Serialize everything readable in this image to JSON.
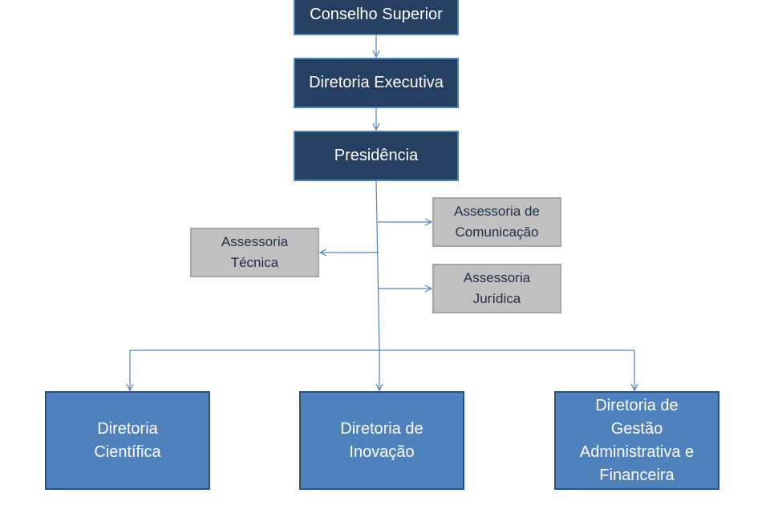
{
  "org_chart": {
    "conselho_superior": "Conselho Superior",
    "diretoria_executiva": "Diretoria Executiva",
    "presidencia": "Presidência",
    "assessoria_comunicacao": "Assessoria  de\nComunicação",
    "assessoria_tecnica": "Assessoria\nTécnica",
    "assessoria_juridica": "Assessoria\nJurídica",
    "diretoria_cientifica": "Diretoria\nCientífica",
    "diretoria_inovacao": "Diretoria de\nInovação",
    "diretoria_gestao": "Diretoria de\nGestão\nAdministrativa e\nFinanceira"
  },
  "colors": {
    "top_box_fill": "#243f60",
    "assessoria_fill": "#c0c0c0",
    "diretoria_fill": "#4f81bd",
    "connector": "#4f81bd"
  }
}
